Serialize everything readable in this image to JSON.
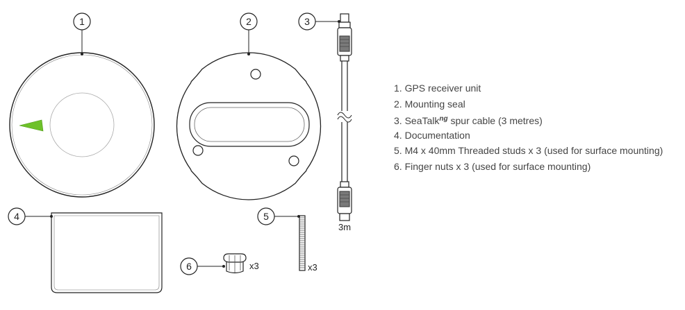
{
  "callouts": [
    "1",
    "2",
    "3",
    "4",
    "5",
    "6"
  ],
  "parts": [
    {
      "number": "1.",
      "text": "GPS receiver unit"
    },
    {
      "number": "2.",
      "text": "Mounting seal"
    },
    {
      "number": "3.",
      "text": "SeaTalk",
      "superscript": "ng",
      "text_after": " spur cable (3 metres)"
    },
    {
      "number": "4.",
      "text": "Documentation"
    },
    {
      "number": "5.",
      "text": "M4 x 40mm Threaded studs x 3 (used for surface mounting)"
    },
    {
      "number": "6.",
      "text": "Finger nuts x 3 (used for surface mounting)"
    }
  ],
  "cable_length_label": "3m",
  "studs_qty_label": "x3",
  "nuts_qty_label": "x3",
  "colors": {
    "line": "#222222",
    "accent": "#6ec12a",
    "inner_ring": "#aaaaaa"
  }
}
